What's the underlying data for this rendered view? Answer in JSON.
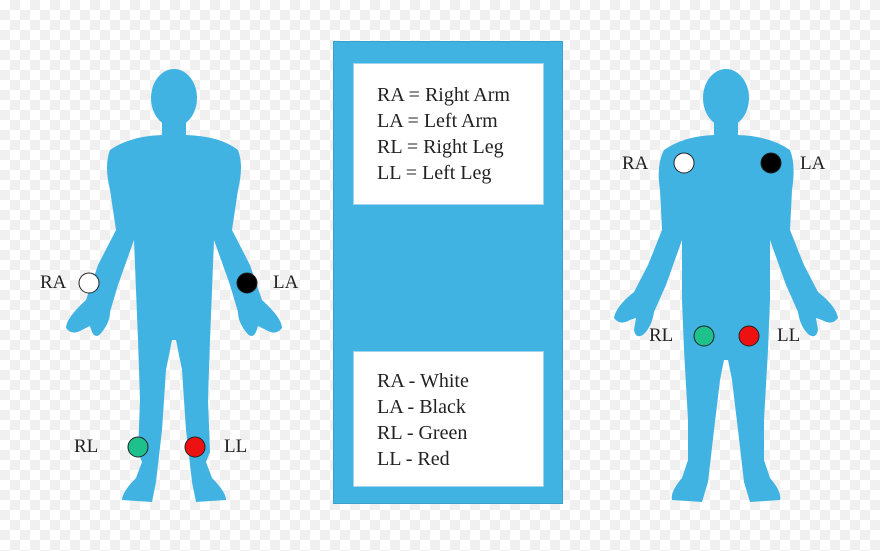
{
  "colors": {
    "body": "#41b3e3",
    "ra": "#ffffff",
    "la": "#000000",
    "rl": "#1ec08c",
    "ll": "#ee1111"
  },
  "left_figure": {
    "ra": "RA",
    "la": "LA",
    "rl": "RL",
    "ll": "LL"
  },
  "right_figure": {
    "ra": "RA",
    "la": "LA",
    "rl": "RL",
    "ll": "LL"
  },
  "abbreviations": [
    "RA = Right Arm",
    "LA = Left Arm",
    "RL = Right Leg",
    "LL = Left Leg"
  ],
  "color_codes": [
    "RA - White",
    "LA - Black",
    "RL - Green",
    "LL - Red"
  ]
}
